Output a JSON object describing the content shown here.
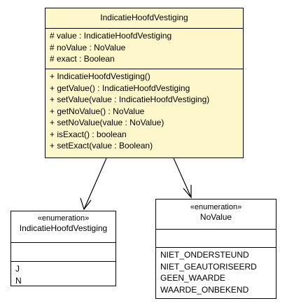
{
  "main_class": {
    "name": "IndicatieHoofdVestiging",
    "attributes": [
      "# value : IndicatieHoofdVestiging",
      "# noValue : NoValue",
      "# exact : Boolean"
    ],
    "operations": [
      "+ IndicatieHoofdVestiging()",
      "+ getValue() : IndicatieHoofdVestiging",
      "+ setValue(value : IndicatieHoofdVestiging)",
      "+ getNoValue() : NoValue",
      "+ setNoValue(value : NoValue)",
      "+ isExact() : boolean",
      "+ setExact(value : Boolean)"
    ]
  },
  "enum_left": {
    "stereotype": "«enumeration»",
    "name": "IndicatieHoofdVestiging",
    "literals": [
      "J",
      "N"
    ]
  },
  "enum_right": {
    "stereotype": "«enumeration»",
    "name": "NoValue",
    "literals": [
      "NIET_ONDERSTEUND",
      "NIET_GEAUTORISEERD",
      "GEEN_WAARDE",
      "WAARDE_ONBEKEND"
    ]
  },
  "colors": {
    "class_fill": "#fff7cc",
    "line": "#000000"
  }
}
